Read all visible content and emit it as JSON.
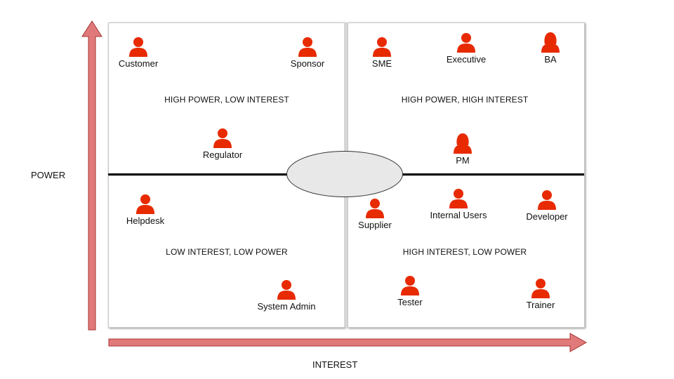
{
  "axes": {
    "y_label": "POWER",
    "x_label": "INTEREST"
  },
  "quadrants": {
    "top_left": {
      "label": "HIGH POWER, LOW INTEREST",
      "people": [
        "Customer",
        "Sponsor",
        "Regulator"
      ]
    },
    "top_right": {
      "label": "HIGH POWER, HIGH INTEREST",
      "people": [
        "SME",
        "Executive",
        "BA",
        "PM"
      ]
    },
    "bottom_left": {
      "label": "LOW INTEREST, LOW POWER",
      "people": [
        "Helpdesk",
        "System Admin"
      ]
    },
    "bottom_right": {
      "label": "HIGH INTEREST, LOW POWER",
      "people": [
        "Supplier",
        "Internal Users",
        "Developer",
        "Tester",
        "Trainer"
      ]
    }
  },
  "colors": {
    "person": "#e82a00",
    "arrow_fill": "#e07a7a",
    "arrow_stroke": "#a83232",
    "oval": "#e8e8e8"
  },
  "icon_name": "person-icon"
}
